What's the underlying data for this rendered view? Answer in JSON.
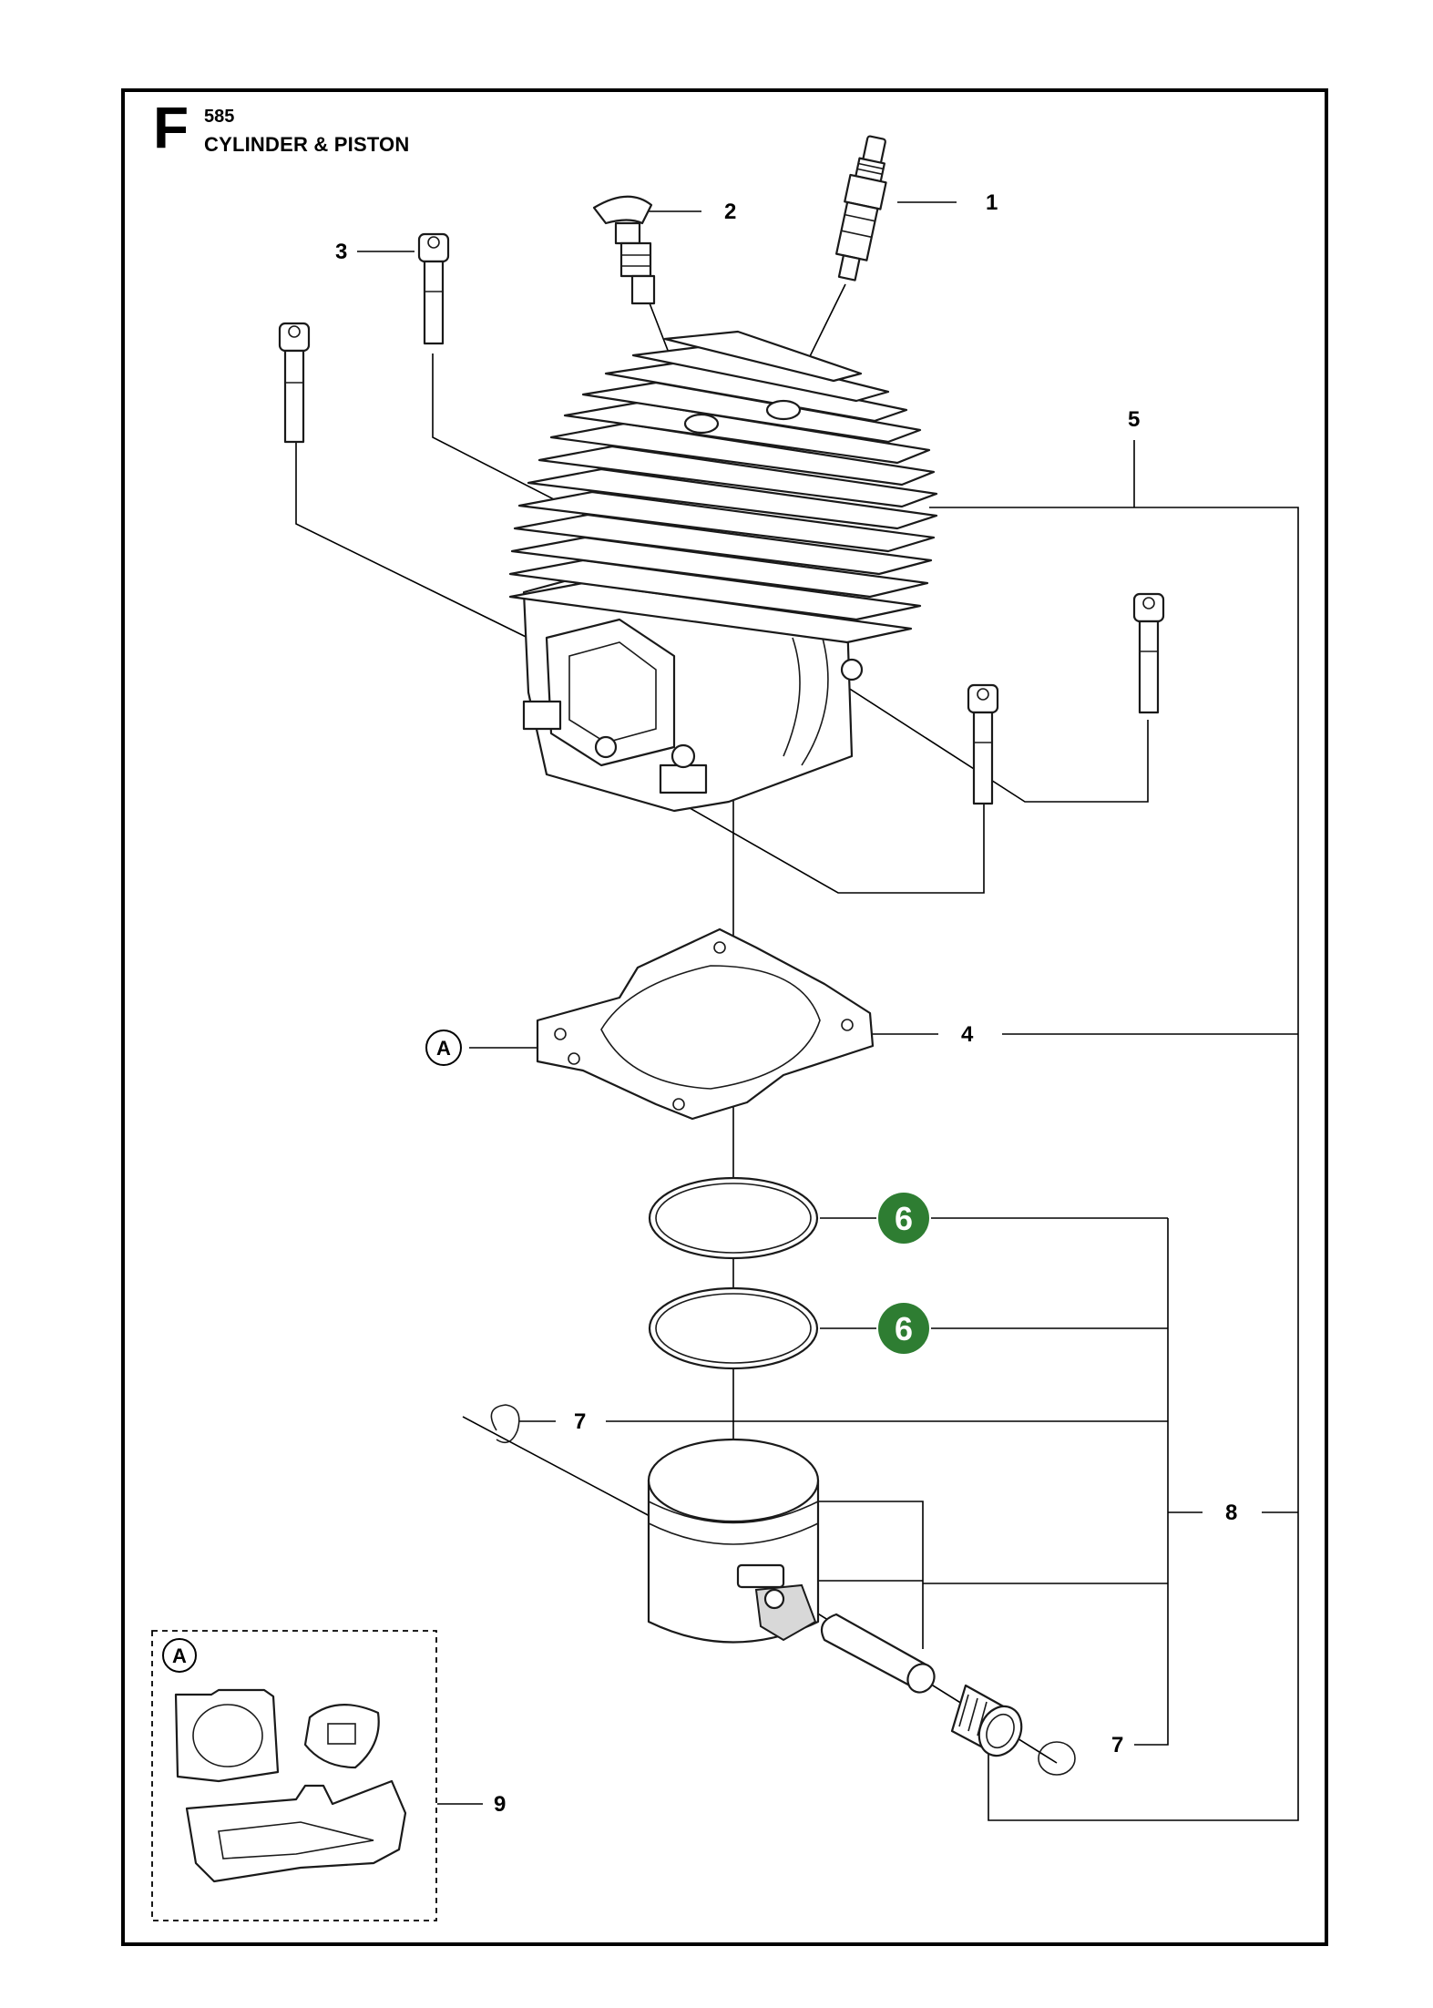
{
  "header": {
    "section_letter": "F",
    "model": "585",
    "title": "CYLINDER & PISTON"
  },
  "callouts": {
    "spark_plug": "1",
    "decompression_valve": "2",
    "cylinder_screw": "3",
    "cylinder_gasket": "4",
    "cylinder_assembly": "5",
    "piston_ring_upper": "6",
    "piston_ring_lower": "6",
    "circlip_upper": "7",
    "circlip_lower": "7",
    "piston_kit": "8",
    "gasket_kit": "9"
  },
  "references": {
    "gasket_ref": "A",
    "kit_ref": "A"
  },
  "colors": {
    "highlight_badge": "#2e7d32",
    "line": "#000000"
  }
}
